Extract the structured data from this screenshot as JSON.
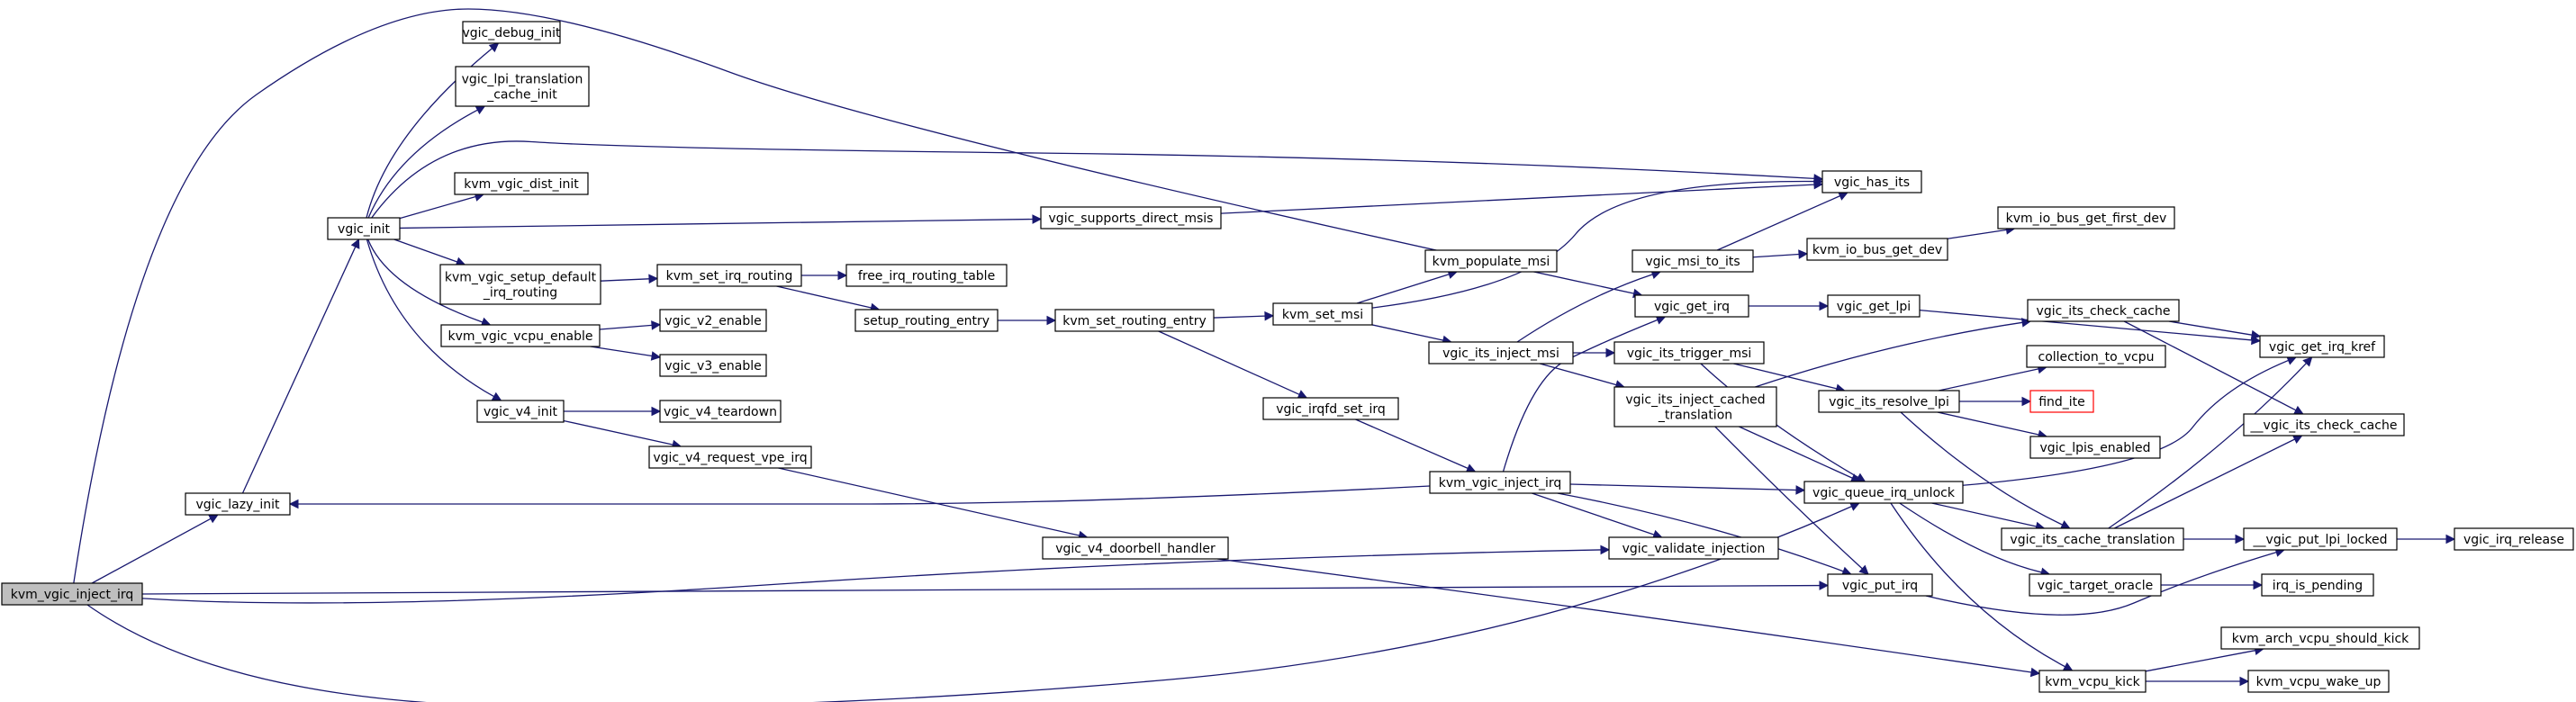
{
  "colors": {
    "edge": "#191970",
    "root_fill": "#bfbfbf",
    "missing_border": "#ff0000"
  },
  "nodes": {
    "kvm_vgic_inject_irq_root": [
      "kvm_vgic_inject_irq"
    ],
    "vgic_lazy_init": [
      "vgic_lazy_init"
    ],
    "vgic_init": [
      "vgic_init"
    ],
    "vgic_debug_init": [
      "vgic_debug_init"
    ],
    "vgic_lpi_translation_cache_init": [
      "vgic_lpi_translation",
      "_cache_init"
    ],
    "kvm_vgic_dist_init": [
      "kvm_vgic_dist_init"
    ],
    "kvm_vgic_setup_default_irq_routing": [
      "kvm_vgic_setup_default",
      "_irq_routing"
    ],
    "kvm_vgic_vcpu_enable": [
      "kvm_vgic_vcpu_enable"
    ],
    "vgic_v4_init": [
      "vgic_v4_init"
    ],
    "vgic_supports_direct_msis": [
      "vgic_supports_direct_msis"
    ],
    "kvm_set_irq_routing": [
      "kvm_set_irq_routing"
    ],
    "free_irq_routing_table": [
      "free_irq_routing_table"
    ],
    "setup_routing_entry": [
      "setup_routing_entry"
    ],
    "vgic_v2_enable": [
      "vgic_v2_enable"
    ],
    "vgic_v3_enable": [
      "vgic_v3_enable"
    ],
    "vgic_v4_teardown": [
      "vgic_v4_teardown"
    ],
    "vgic_v4_request_vpe_irq": [
      "vgic_v4_request_vpe_irq"
    ],
    "kvm_set_routing_entry": [
      "kvm_set_routing_entry"
    ],
    "vgic_v4_doorbell_handler": [
      "vgic_v4_doorbell_handler"
    ],
    "kvm_set_msi": [
      "kvm_set_msi"
    ],
    "kvm_populate_msi": [
      "kvm_populate_msi"
    ],
    "vgic_irqfd_set_irq": [
      "vgic_irqfd_set_irq"
    ],
    "kvm_vgic_inject_irq": [
      "kvm_vgic_inject_irq"
    ],
    "vgic_its_inject_msi": [
      "vgic_its_inject_msi"
    ],
    "vgic_validate_injection": [
      "vgic_validate_injection"
    ],
    "vgic_msi_to_its": [
      "vgic_msi_to_its"
    ],
    "vgic_get_irq": [
      "vgic_get_irq"
    ],
    "vgic_its_trigger_msi": [
      "vgic_its_trigger_msi"
    ],
    "vgic_its_inject_cached_translation": [
      "vgic_its_inject_cached",
      "_translation"
    ],
    "vgic_has_its": [
      "vgic_has_its"
    ],
    "kvm_io_bus_get_dev": [
      "kvm_io_bus_get_dev"
    ],
    "kvm_io_bus_get_first_dev": [
      "kvm_io_bus_get_first_dev"
    ],
    "vgic_get_lpi": [
      "vgic_get_lpi"
    ],
    "vgic_queue_irq_unlock": [
      "vgic_queue_irq_unlock"
    ],
    "vgic_put_irq": [
      "vgic_put_irq"
    ],
    "vgic_its_check_cache": [
      "vgic_its_check_cache"
    ],
    "collection_to_vcpu": [
      "collection_to_vcpu"
    ],
    "vgic_its_resolve_lpi": [
      "vgic_its_resolve_lpi"
    ],
    "find_ite": [
      "find_ite"
    ],
    "vgic_lpis_enabled": [
      "vgic_lpis_enabled"
    ],
    "vgic_its_cache_translation": [
      "vgic_its_cache_translation"
    ],
    "vgic_target_oracle": [
      "vgic_target_oracle"
    ],
    "kvm_vcpu_kick": [
      "kvm_vcpu_kick"
    ],
    "vgic_get_irq_kref": [
      "vgic_get_irq_kref"
    ],
    "__vgic_its_check_cache": [
      "__vgic_its_check_cache"
    ],
    "__vgic_put_lpi_locked": [
      "__vgic_put_lpi_locked"
    ],
    "irq_is_pending": [
      "irq_is_pending"
    ],
    "kvm_arch_vcpu_should_kick": [
      "kvm_arch_vcpu_should_kick"
    ],
    "kvm_vcpu_wake_up": [
      "kvm_vcpu_wake_up"
    ],
    "vgic_irq_release": [
      "vgic_irq_release"
    ]
  }
}
